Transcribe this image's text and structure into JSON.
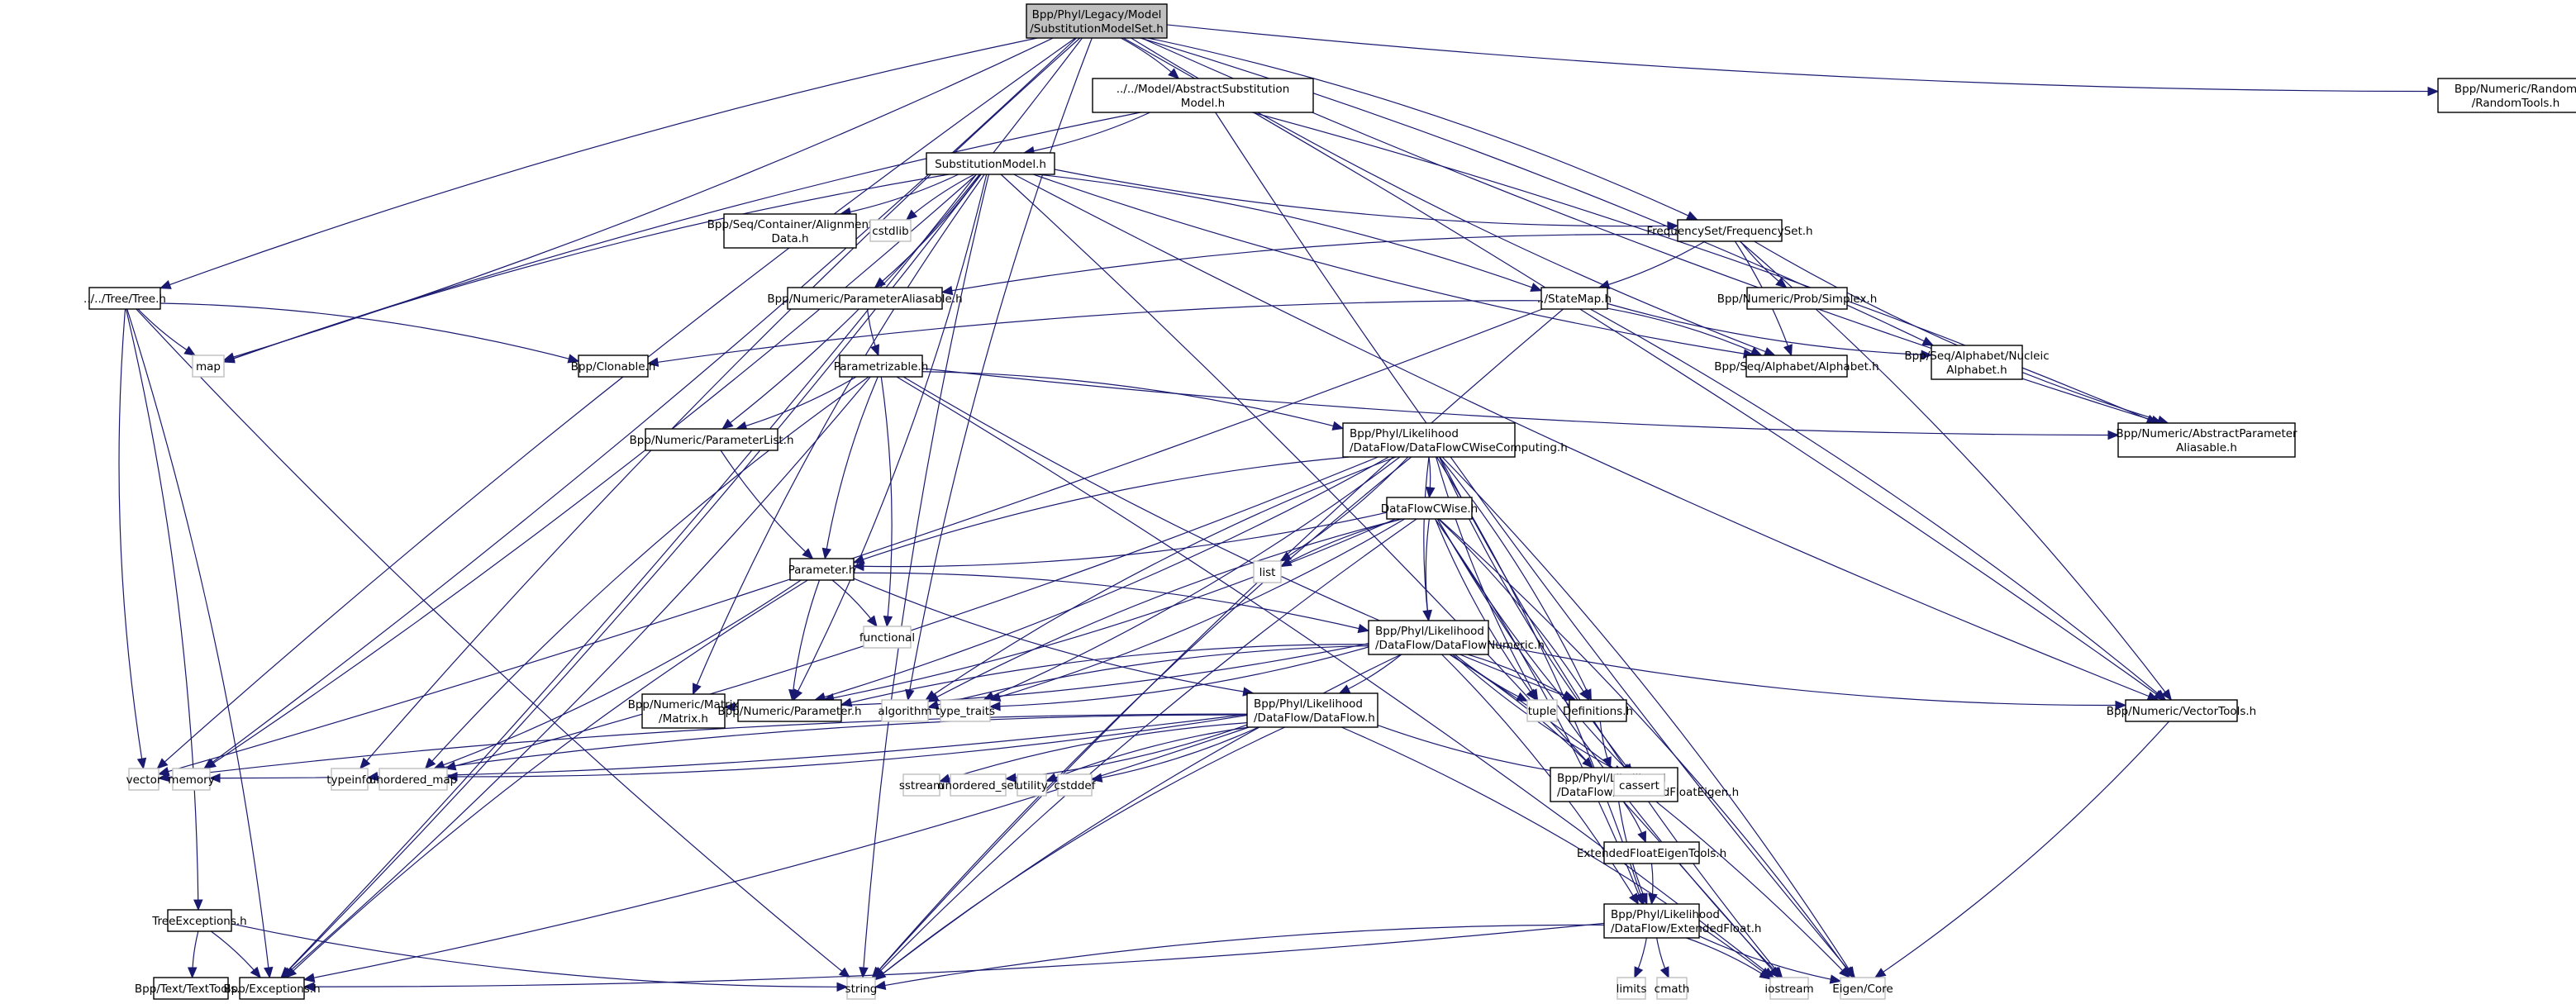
{
  "diagram": {
    "title": "Include dependency graph for Bpp/Phyl/Legacy/Model/SubstitutionModelSet.h",
    "root": "root",
    "colors": {
      "edge": "#191970",
      "root_fill": "#bfbfbf",
      "node_border": "#000000",
      "external_border": "#bfbfbf"
    },
    "nodes": [
      {
        "id": "root",
        "lines": [
          "Bpp/Phyl/Legacy/Model",
          "/SubstitutionModelSet.h"
        ],
        "kind": "root"
      },
      {
        "id": "absSubModel",
        "lines": [
          "../../Model/AbstractSubstitution",
          "Model.h"
        ],
        "kind": "documented"
      },
      {
        "id": "randomTools",
        "lines": [
          "Bpp/Numeric/Random",
          "/RandomTools.h"
        ],
        "kind": "documented"
      },
      {
        "id": "subModel",
        "lines": [
          "SubstitutionModel.h"
        ],
        "kind": "documented"
      },
      {
        "id": "alignData",
        "lines": [
          "Bpp/Seq/Container/Alignment",
          "Data.h"
        ],
        "kind": "documented"
      },
      {
        "id": "cstdlib",
        "lines": [
          "cstdlib"
        ],
        "kind": "external"
      },
      {
        "id": "freqSet",
        "lines": [
          "FrequencySet/FrequencySet.h"
        ],
        "kind": "documented"
      },
      {
        "id": "tree",
        "lines": [
          "../../Tree/Tree.h"
        ],
        "kind": "documented"
      },
      {
        "id": "map",
        "lines": [
          "map"
        ],
        "kind": "external"
      },
      {
        "id": "clonable",
        "lines": [
          "Bpp/Clonable.h"
        ],
        "kind": "documented"
      },
      {
        "id": "paramAliasable",
        "lines": [
          "Bpp/Numeric/ParameterAliasable.h"
        ],
        "kind": "documented"
      },
      {
        "id": "stateMap",
        "lines": [
          "../StateMap.h"
        ],
        "kind": "documented"
      },
      {
        "id": "simplex",
        "lines": [
          "Bpp/Numeric/Prob/Simplex.h"
        ],
        "kind": "documented"
      },
      {
        "id": "alphabet",
        "lines": [
          "Bpp/Seq/Alphabet/Alphabet.h"
        ],
        "kind": "documented"
      },
      {
        "id": "nucleic",
        "lines": [
          "Bpp/Seq/Alphabet/Nucleic",
          "Alphabet.h"
        ],
        "kind": "documented"
      },
      {
        "id": "parametrizable",
        "lines": [
          "Parametrizable.h"
        ],
        "kind": "documented"
      },
      {
        "id": "paramList",
        "lines": [
          "Bpp/Numeric/ParameterList.h"
        ],
        "kind": "documented"
      },
      {
        "id": "dfcwc",
        "lines": [
          "Bpp/Phyl/Likelihood",
          "/DataFlow/DataFlowCWiseComputing.h"
        ],
        "kind": "documented"
      },
      {
        "id": "absParamAliasable",
        "lines": [
          "Bpp/Numeric/AbstractParameter",
          "Aliasable.h"
        ],
        "kind": "documented"
      },
      {
        "id": "dfcwise",
        "lines": [
          "DataFlowCWise.h"
        ],
        "kind": "documented"
      },
      {
        "id": "list",
        "lines": [
          "list"
        ],
        "kind": "external"
      },
      {
        "id": "parameterH",
        "lines": [
          "Parameter.h"
        ],
        "kind": "documented"
      },
      {
        "id": "functional",
        "lines": [
          "functional"
        ],
        "kind": "external"
      },
      {
        "id": "dfnumeric",
        "lines": [
          "Bpp/Phyl/Likelihood",
          "/DataFlow/DataFlowNumeric.h"
        ],
        "kind": "documented"
      },
      {
        "id": "matrix",
        "lines": [
          "Bpp/Numeric/Matrix",
          "/Matrix.h"
        ],
        "kind": "documented"
      },
      {
        "id": "numParameter",
        "lines": [
          "Bpp/Numeric/Parameter.h"
        ],
        "kind": "documented"
      },
      {
        "id": "algorithm",
        "lines": [
          "algorithm"
        ],
        "kind": "external"
      },
      {
        "id": "typeTraits",
        "lines": [
          "type_traits"
        ],
        "kind": "external"
      },
      {
        "id": "dataflow",
        "lines": [
          "Bpp/Phyl/Likelihood",
          "/DataFlow/DataFlow.h"
        ],
        "kind": "documented"
      },
      {
        "id": "tuple",
        "lines": [
          "tuple"
        ],
        "kind": "external"
      },
      {
        "id": "definitions",
        "lines": [
          "Definitions.h"
        ],
        "kind": "documented"
      },
      {
        "id": "vectorTools",
        "lines": [
          "Bpp/Numeric/VectorTools.h"
        ],
        "kind": "documented"
      },
      {
        "id": "vector",
        "lines": [
          "vector"
        ],
        "kind": "external"
      },
      {
        "id": "memory",
        "lines": [
          "memory"
        ],
        "kind": "external"
      },
      {
        "id": "typeinfo",
        "lines": [
          "typeinfo"
        ],
        "kind": "external"
      },
      {
        "id": "unorderedMap",
        "lines": [
          "unordered_map"
        ],
        "kind": "external"
      },
      {
        "id": "sstream",
        "lines": [
          "sstream"
        ],
        "kind": "external"
      },
      {
        "id": "unorderedSet",
        "lines": [
          "unordered_set"
        ],
        "kind": "external"
      },
      {
        "id": "utility",
        "lines": [
          "utility"
        ],
        "kind": "external"
      },
      {
        "id": "cstddef",
        "lines": [
          "cstddef"
        ],
        "kind": "external"
      },
      {
        "id": "efEigen",
        "lines": [
          "Bpp/Phyl/Likelihood",
          "/DataFlow/ExtendedFloatEigen.h"
        ],
        "kind": "documented"
      },
      {
        "id": "cassert",
        "lines": [
          "cassert"
        ],
        "kind": "external"
      },
      {
        "id": "efEigenTools",
        "lines": [
          "ExtendedFloatEigenTools.h"
        ],
        "kind": "documented"
      },
      {
        "id": "treeExceptions",
        "lines": [
          "TreeExceptions.h"
        ],
        "kind": "documented"
      },
      {
        "id": "extFloat",
        "lines": [
          "Bpp/Phyl/Likelihood",
          "/DataFlow/ExtendedFloat.h"
        ],
        "kind": "documented"
      },
      {
        "id": "textTools",
        "lines": [
          "Bpp/Text/TextTools.h"
        ],
        "kind": "documented"
      },
      {
        "id": "exceptions",
        "lines": [
          "Bpp/Exceptions.h"
        ],
        "kind": "documented"
      },
      {
        "id": "string",
        "lines": [
          "string"
        ],
        "kind": "external"
      },
      {
        "id": "limits",
        "lines": [
          "limits"
        ],
        "kind": "external"
      },
      {
        "id": "cmath",
        "lines": [
          "cmath"
        ],
        "kind": "external"
      },
      {
        "id": "iostream",
        "lines": [
          "iostream"
        ],
        "kind": "external"
      },
      {
        "id": "eigenCore",
        "lines": [
          "Eigen/Core"
        ],
        "kind": "external"
      }
    ],
    "edges": [
      [
        "root",
        "absSubModel"
      ],
      [
        "root",
        "randomTools"
      ],
      [
        "root",
        "freqSet"
      ],
      [
        "root",
        "tree"
      ],
      [
        "root",
        "map"
      ],
      [
        "root",
        "vector"
      ],
      [
        "root",
        "memory"
      ],
      [
        "root",
        "typeinfo"
      ],
      [
        "root",
        "exceptions"
      ],
      [
        "root",
        "algorithm"
      ],
      [
        "root",
        "nucleic"
      ],
      [
        "root",
        "alphabet"
      ],
      [
        "root",
        "vectorTools"
      ],
      [
        "root",
        "absParamAliasable"
      ],
      [
        "absSubModel",
        "subModel"
      ],
      [
        "absSubModel",
        "map"
      ],
      [
        "absSubModel",
        "absParamAliasable"
      ],
      [
        "absSubModel",
        "eigenCore"
      ],
      [
        "subModel",
        "alignData"
      ],
      [
        "subModel",
        "cstdlib"
      ],
      [
        "subModel",
        "paramAliasable"
      ],
      [
        "subModel",
        "freqSet"
      ],
      [
        "subModel",
        "stateMap"
      ],
      [
        "subModel",
        "alphabet"
      ],
      [
        "subModel",
        "paramList"
      ],
      [
        "subModel",
        "matrix"
      ],
      [
        "subModel",
        "numParameter"
      ],
      [
        "subModel",
        "map"
      ],
      [
        "subModel",
        "memory"
      ],
      [
        "subModel",
        "string"
      ],
      [
        "subModel",
        "exceptions"
      ],
      [
        "subModel",
        "vectorTools"
      ],
      [
        "subModel",
        "iostream"
      ],
      [
        "freqSet",
        "paramAliasable"
      ],
      [
        "freqSet",
        "stateMap"
      ],
      [
        "freqSet",
        "simplex"
      ],
      [
        "freqSet",
        "alphabet"
      ],
      [
        "freqSet",
        "absParamAliasable"
      ],
      [
        "freqSet",
        "vectorTools"
      ],
      [
        "tree",
        "map"
      ],
      [
        "tree",
        "clonable"
      ],
      [
        "tree",
        "vector"
      ],
      [
        "tree",
        "treeExceptions"
      ],
      [
        "tree",
        "string"
      ],
      [
        "tree",
        "exceptions"
      ],
      [
        "stateMap",
        "clonable"
      ],
      [
        "stateMap",
        "alphabet"
      ],
      [
        "stateMap",
        "nucleic"
      ],
      [
        "stateMap",
        "vector"
      ],
      [
        "stateMap",
        "string"
      ],
      [
        "stateMap",
        "vectorTools"
      ],
      [
        "paramAliasable",
        "parametrizable"
      ],
      [
        "parametrizable",
        "paramList"
      ],
      [
        "parametrizable",
        "parameterH"
      ],
      [
        "parametrizable",
        "dfcwc"
      ],
      [
        "parametrizable",
        "absParamAliasable"
      ],
      [
        "parametrizable",
        "functional"
      ],
      [
        "parametrizable",
        "unorderedMap"
      ],
      [
        "parametrizable",
        "exceptions"
      ],
      [
        "parametrizable",
        "definitions"
      ],
      [
        "parametrizable",
        "iostream"
      ],
      [
        "paramList",
        "parameterH"
      ],
      [
        "dfcwc",
        "dfcwise"
      ],
      [
        "dfcwc",
        "parameterH"
      ],
      [
        "dfcwc",
        "list"
      ],
      [
        "dfcwc",
        "dfnumeric"
      ],
      [
        "dfcwc",
        "numParameter"
      ],
      [
        "dfcwc",
        "algorithm"
      ],
      [
        "dfcwc",
        "typeTraits"
      ],
      [
        "dfcwc",
        "tuple"
      ],
      [
        "dfcwc",
        "definitions"
      ],
      [
        "dfcwc",
        "cassert"
      ],
      [
        "dfcwc",
        "extFloat"
      ],
      [
        "dfcwc",
        "iostream"
      ],
      [
        "dfcwc",
        "eigenCore"
      ],
      [
        "dfcwc",
        "string"
      ],
      [
        "dfcwc",
        "unorderedMap"
      ],
      [
        "dfcwise",
        "list"
      ],
      [
        "dfcwise",
        "parameterH"
      ],
      [
        "dfcwise",
        "dfnumeric"
      ],
      [
        "dfcwise",
        "numParameter"
      ],
      [
        "dfcwise",
        "algorithm"
      ],
      [
        "dfcwise",
        "typeTraits"
      ],
      [
        "dfcwise",
        "tuple"
      ],
      [
        "dfcwise",
        "definitions"
      ],
      [
        "dfcwise",
        "cassert"
      ],
      [
        "dfcwise",
        "extFloat"
      ],
      [
        "dfcwise",
        "iostream"
      ],
      [
        "dfcwise",
        "eigenCore"
      ],
      [
        "dfcwise",
        "string"
      ],
      [
        "parameterH",
        "functional"
      ],
      [
        "parameterH",
        "numParameter"
      ],
      [
        "parameterH",
        "dfnumeric"
      ],
      [
        "parameterH",
        "exceptions"
      ],
      [
        "parameterH",
        "unorderedMap"
      ],
      [
        "parameterH",
        "dataflow"
      ],
      [
        "dfnumeric",
        "matrix"
      ],
      [
        "dfnumeric",
        "numParameter"
      ],
      [
        "dfnumeric",
        "dataflow"
      ],
      [
        "dfnumeric",
        "tuple"
      ],
      [
        "dfnumeric",
        "definitions"
      ],
      [
        "dfnumeric",
        "vectorTools"
      ],
      [
        "dfnumeric",
        "efEigen"
      ],
      [
        "dfnumeric",
        "cassert"
      ],
      [
        "dfnumeric",
        "extFloat"
      ],
      [
        "dfnumeric",
        "string"
      ],
      [
        "dfnumeric",
        "typeTraits"
      ],
      [
        "dfnumeric",
        "algorithm"
      ],
      [
        "dfnumeric",
        "eigenCore"
      ],
      [
        "dataflow",
        "vector"
      ],
      [
        "dataflow",
        "memory"
      ],
      [
        "dataflow",
        "typeinfo"
      ],
      [
        "dataflow",
        "unorderedMap"
      ],
      [
        "dataflow",
        "sstream"
      ],
      [
        "dataflow",
        "unorderedSet"
      ],
      [
        "dataflow",
        "utility"
      ],
      [
        "dataflow",
        "cstddef"
      ],
      [
        "dataflow",
        "string"
      ],
      [
        "dataflow",
        "exceptions"
      ],
      [
        "dataflow",
        "cassert"
      ],
      [
        "dataflow",
        "iostream"
      ],
      [
        "definitions",
        "efEigen"
      ],
      [
        "efEigen",
        "efEigenTools"
      ],
      [
        "efEigen",
        "extFloat"
      ],
      [
        "efEigenTools",
        "extFloat"
      ],
      [
        "treeExceptions",
        "textTools"
      ],
      [
        "treeExceptions",
        "exceptions"
      ],
      [
        "treeExceptions",
        "string"
      ],
      [
        "extFloat",
        "limits"
      ],
      [
        "extFloat",
        "cmath"
      ],
      [
        "extFloat",
        "iostream"
      ],
      [
        "extFloat",
        "eigenCore"
      ],
      [
        "extFloat",
        "exceptions"
      ],
      [
        "extFloat",
        "string"
      ],
      [
        "vectorTools",
        "eigenCore"
      ]
    ]
  }
}
